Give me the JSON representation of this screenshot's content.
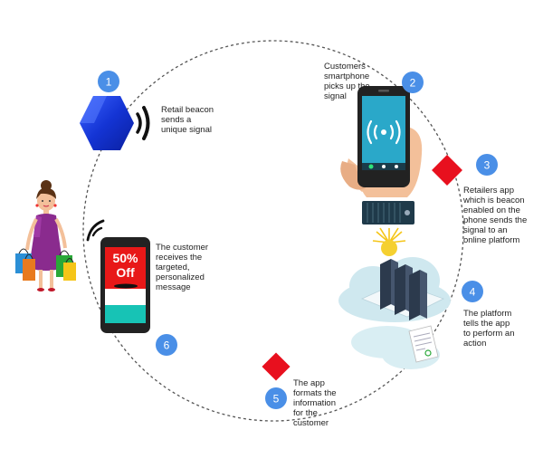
{
  "steps": [
    {
      "number": "1",
      "text": "Retail beacon\nsends a\nunique signal"
    },
    {
      "number": "2",
      "text": "Customers\nsmartphone\npicks up the\nsignal"
    },
    {
      "number": "3",
      "text": "Retailers app\nwhich is beacon\nenabled on the\nphone sends the\nsignal to an\nonline platform"
    },
    {
      "number": "4",
      "text": "The platform\ntells the app\nto perform an\naction"
    },
    {
      "number": "5",
      "text": "The app\nformats the\ninformation\nfor the\ncustomer"
    },
    {
      "number": "6",
      "text": "The customer\nreceives the\ntargeted,\npersonalized\nmessage"
    }
  ],
  "offer": {
    "line1": "50%",
    "line2": "Off"
  },
  "colors": {
    "badge": "#4a8fe7",
    "beacon": "#1a3dd6",
    "diamond": "#e8101e",
    "phone_dark": "#222222",
    "phone_screen_cyan": "#2aa8c9",
    "offer_red": "#e81818",
    "offer_teal": "#17c3b5",
    "cloud": "#cfe8ef",
    "server": "#3d4d63"
  },
  "icons": [
    "beacon-hexagon-icon",
    "signal-waves-icon",
    "smartphone-hand-icon",
    "wifi-signal-icon",
    "cloud-server-icon",
    "document-icon",
    "shopper-woman-icon",
    "diamond-connector-icon"
  ]
}
